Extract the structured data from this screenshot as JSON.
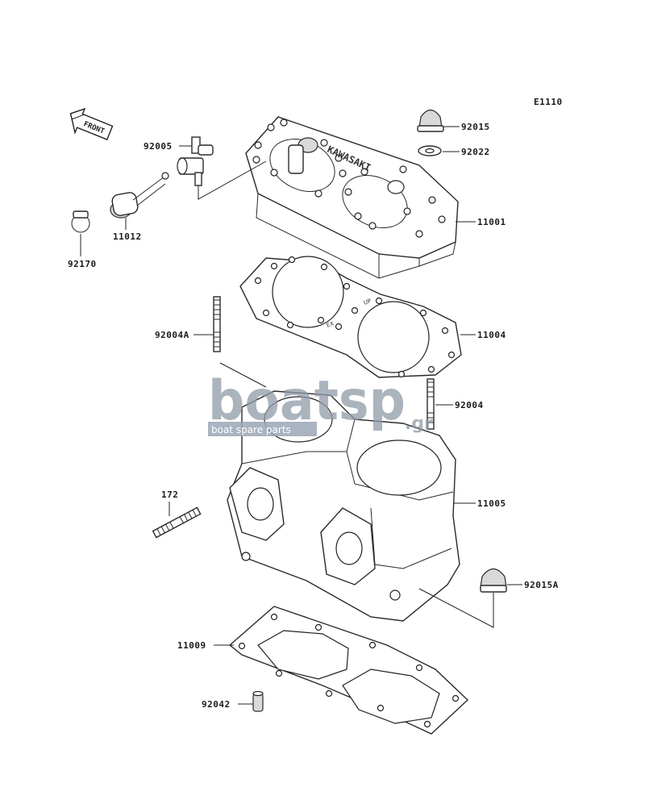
{
  "diagram_code": "E1110",
  "front_label": "FRONT",
  "head_text": "KAWASAKI",
  "gasket_marks": {
    "up": "UP",
    "ex": "EX"
  },
  "watermark": {
    "main": "boatsp",
    "suffix": ".gr",
    "sub": "boat spare parts"
  },
  "parts": [
    {
      "id": "92015",
      "label": "92015"
    },
    {
      "id": "92022",
      "label": "92022"
    },
    {
      "id": "92005",
      "label": "92005"
    },
    {
      "id": "11001",
      "label": "11001"
    },
    {
      "id": "11012",
      "label": "11012"
    },
    {
      "id": "92170",
      "label": "92170"
    },
    {
      "id": "92004A",
      "label": "92004A"
    },
    {
      "id": "11004",
      "label": "11004"
    },
    {
      "id": "92004",
      "label": "92004"
    },
    {
      "id": "172",
      "label": "172"
    },
    {
      "id": "11005",
      "label": "11005"
    },
    {
      "id": "92015A",
      "label": "92015A"
    },
    {
      "id": "11009",
      "label": "11009"
    },
    {
      "id": "92042",
      "label": "92042"
    }
  ],
  "colors": {
    "line": "#2a2a2a",
    "watermark": "#8f9aa6",
    "watermark_band": "#9aa6b6"
  }
}
